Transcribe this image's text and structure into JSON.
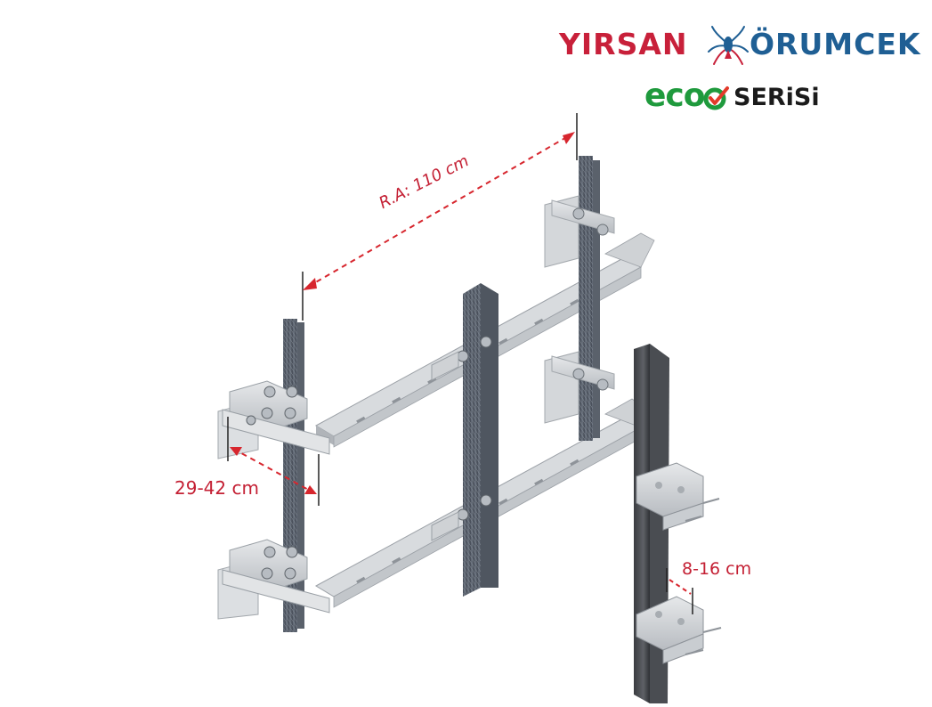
{
  "brand": {
    "name_left": "YIRSAN",
    "name_right": "ÖRUMCEK",
    "logo_icon": "spider-icon",
    "series_prefix": "eco",
    "series_name": "SERiSi",
    "series_icon": "checkmark-icon",
    "colors": {
      "red": "#c8203a",
      "blue": "#1f5f94",
      "green": "#1f9a3d",
      "dark": "#1b1b1b"
    }
  },
  "dimensions": {
    "rail_spacing": "R.A: 110 cm",
    "bracket_depth": "29-42 cm",
    "anchor_offset": "8-16 cm",
    "color": "#c42034"
  },
  "components": [
    {
      "name": "vertical-rail",
      "count": 3
    },
    {
      "name": "horizontal-profile",
      "count": 2
    },
    {
      "name": "wall-bracket",
      "count": 4
    },
    {
      "name": "corner-angle-profile",
      "count": 1
    },
    {
      "name": "anchor-bracket",
      "count": 2
    }
  ]
}
